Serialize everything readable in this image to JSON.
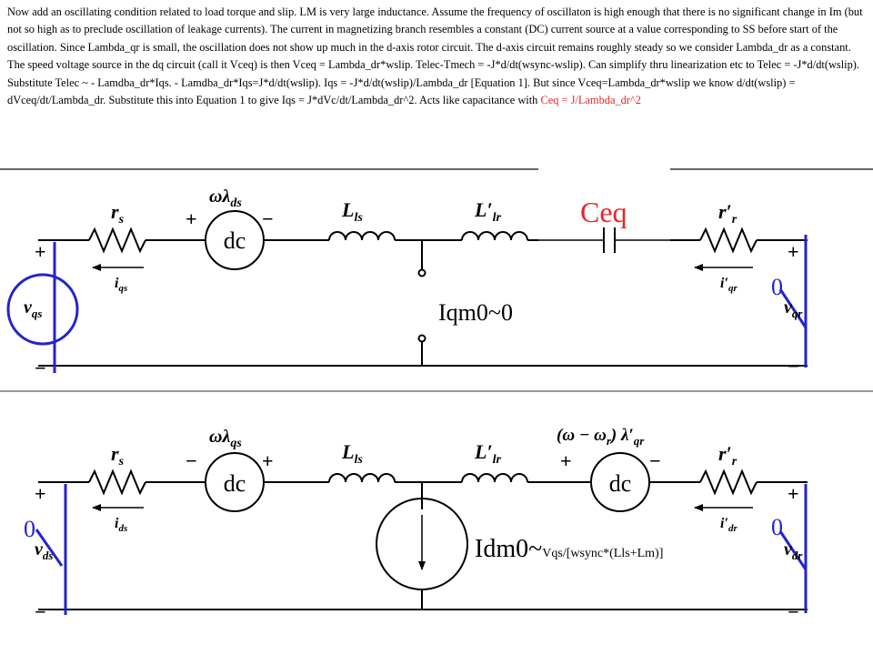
{
  "intro": {
    "text": "Now add an oscillating condition related to load torque and slip.  LM is very large inductance.  Assume the frequency of oscillaton is high enough that there is no significant change in Im (but not so high as to preclude oscillation of leakage currents).  The current in magnetizing branch resembles a constant (DC) current source at a value corresponding to SS before start of the oscillation.   Since Lambda_qr is small, the oscillation does not show up much in the d-axis rotor circuit.  The d-axis circuit remains roughly steady so we consider Lambda_dr as a constant.  The speed voltage source  in the dq circuit (call it Vceq) is then Vceq = Lambda_dr*wslip.  Telec-Tmech  = -J*d/dt(wsync-wslip).   Can simplify thru linearization etc to Telec = -J*d/dt(wslip). Substitute Telec ~ - Lamdba_dr*Iqs.  - Lamdba_dr*Iqs=J*d/dt(wslip).  Iqs = -J*d/dt(wslip)/Lambda_dr [Equation 1].   But since Vceq=Lambda_dr*wslip we know d/dt(wslip) = dVceq/dt/Lambda_dr.  Substitute this into Equation 1 to give  Iqs = J*dVc/dt/Lambda_dr^2. Acts like capacitance with ",
    "highlight": "Ceq = J/Lambda_dr^2"
  },
  "colors": {
    "red": "#e8252b",
    "blue": "#2323d0",
    "line": "#000000"
  },
  "q_circuit": {
    "rs": "r",
    "rs_sub": "s",
    "source_label": "ωλ",
    "source_label_sub": "ds",
    "source_dc": "dc",
    "plus": "+",
    "minus": "−",
    "Lls": "L",
    "Lls_sub": "ls",
    "Llr": "L′",
    "Llr_sub": "lr",
    "cap_label": "Ceq",
    "rr": "r′",
    "rr_sub": "r",
    "left_voltage": "v",
    "left_voltage_sub": "qs",
    "right_voltage": "v",
    "right_voltage_sub": "qr",
    "i_left": "i",
    "i_left_sub": "qs",
    "i_right": "i′",
    "i_right_sub": "qr",
    "mag_current": "Iqm0~0",
    "right_zero": "0"
  },
  "d_circuit": {
    "rs": "r",
    "rs_sub": "s",
    "source_label": "ωλ",
    "source_label_sub": "qs",
    "source_dc": "dc",
    "plus": "+",
    "minus": "−",
    "Lls": "L",
    "Lls_sub": "ls",
    "Llr": "L′",
    "Llr_sub": "lr",
    "rotor_source_label": "(ω − ω",
    "rotor_source_label_sub": "r",
    "rotor_source_label_tail": ") λ′",
    "rotor_source_label_tail_sub": "qr",
    "rotor_source_dc": "dc",
    "rr": "r′",
    "rr_sub": "r",
    "left_voltage": "v",
    "left_voltage_sub": "ds",
    "right_voltage": "v",
    "right_voltage_sub": "dr",
    "i_left": "i",
    "i_left_sub": "ds",
    "i_right": "i′",
    "i_right_sub": "dr",
    "mag_current_main": "Idm0~",
    "mag_current_small": "Vqs/[wsync*(Lls+Lm)]",
    "left_zero": "0",
    "right_zero": "0"
  }
}
